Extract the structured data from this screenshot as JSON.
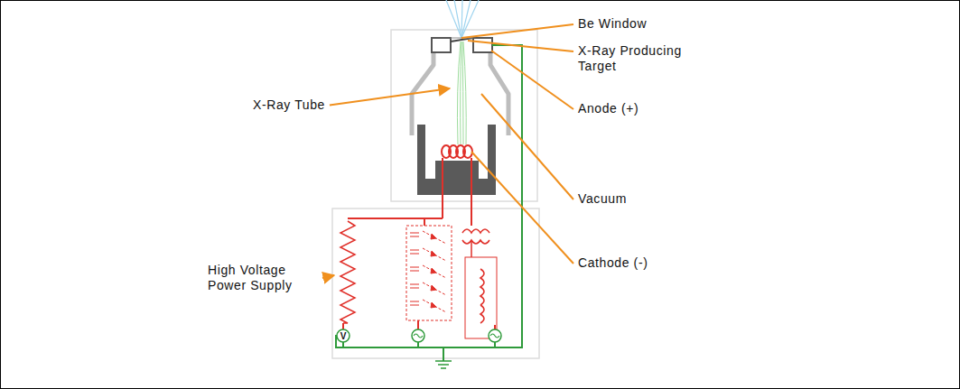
{
  "diagram": {
    "labels": [
      "Be Window",
      "X-Ray Producing Target",
      "Anode (+)",
      "Vacuum",
      "Cathode (-)",
      "X-Ray Tube",
      "High Voltage Power Supply",
      "V"
    ]
  }
}
